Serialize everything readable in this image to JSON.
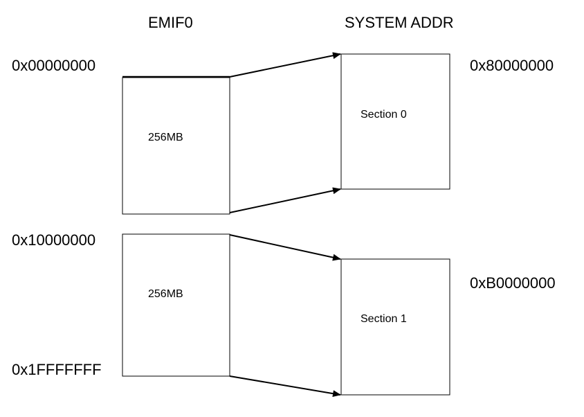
{
  "headers": {
    "left": "EMIF0",
    "right": "SYSTEM ADDR"
  },
  "left_addresses": {
    "start_0": "0x00000000",
    "start_1": "0x10000000",
    "end_1": "0x1FFFFFFF"
  },
  "right_addresses": {
    "section_0_base": "0x80000000",
    "section_1_base": "0xB0000000"
  },
  "blocks": {
    "emif_block_0": "256MB",
    "emif_block_1": "256MB",
    "section_0": "Section 0",
    "section_1": "Section 1"
  },
  "colors": {
    "line": "#000000",
    "background": "#ffffff"
  }
}
